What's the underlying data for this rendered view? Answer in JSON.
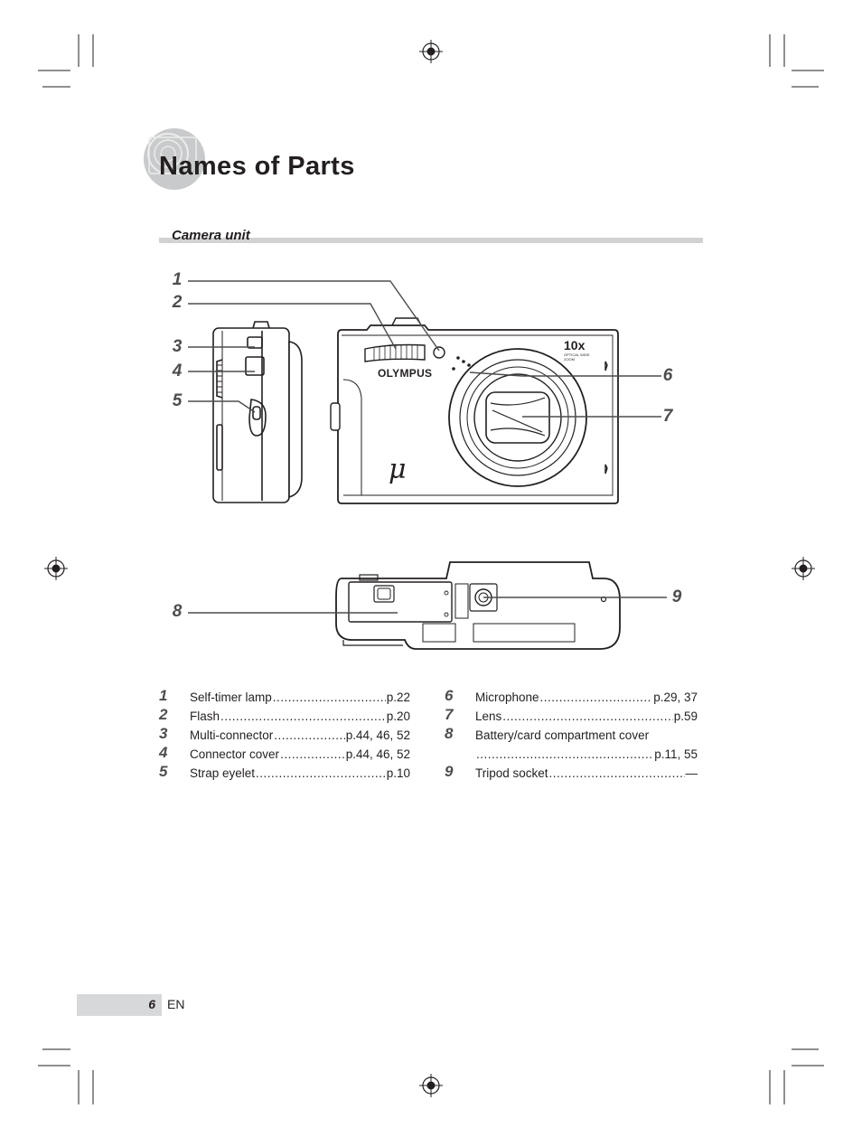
{
  "page": {
    "title": "Names of Parts",
    "section_label": "Camera unit",
    "page_number": "6",
    "language": "EN"
  },
  "figure": {
    "brand_logo": "OLYMPUS",
    "zoom_badge": "10x",
    "zoom_badge_sub": "OPTICAL WIDE ZOOM",
    "series_mark": "μ",
    "callouts": [
      "1",
      "2",
      "3",
      "4",
      "5",
      "6",
      "7",
      "8",
      "9"
    ]
  },
  "legend": {
    "left": [
      {
        "num": "1",
        "name": "Self-timer lamp",
        "page": "p.22"
      },
      {
        "num": "2",
        "name": "Flash",
        "page": "p.20"
      },
      {
        "num": "3",
        "name": "Multi-connector",
        "page": "p.44, 46, 52"
      },
      {
        "num": "4",
        "name": "Connector cover",
        "page": "p.44, 46, 52"
      },
      {
        "num": "5",
        "name": "Strap eyelet",
        "page": "p.10"
      }
    ],
    "right": [
      {
        "num": "6",
        "name": "Microphone",
        "page": "p.29, 37"
      },
      {
        "num": "7",
        "name": "Lens",
        "page": "p.59"
      },
      {
        "num": "8",
        "name": "Battery/card compartment cover",
        "page": "p.11, 55"
      },
      {
        "num": "9",
        "name": "Tripod socket",
        "page": "—"
      }
    ]
  }
}
